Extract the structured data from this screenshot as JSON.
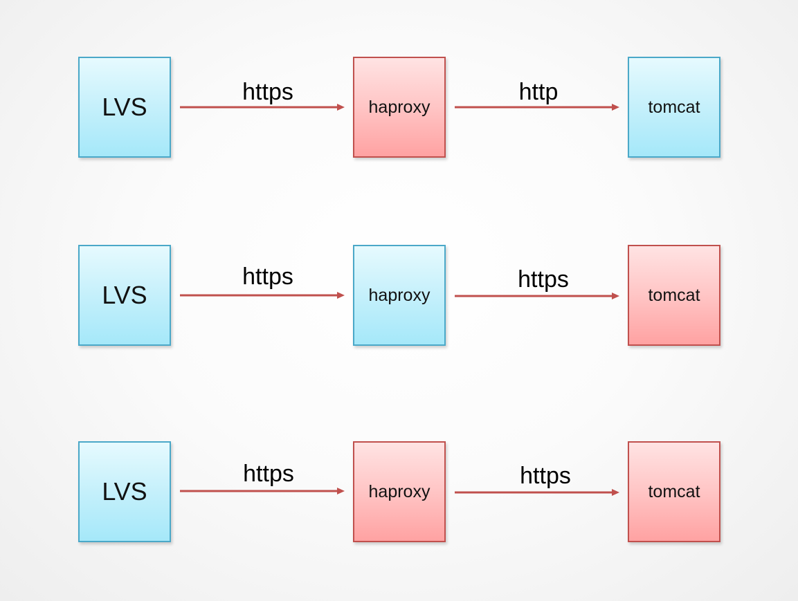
{
  "colors": {
    "blue_fill": "#c5f0fb",
    "blue_border": "#4aa8c8",
    "red_fill": "#ffc5c5",
    "red_border": "#c0504d",
    "arrow": "#c0504d"
  },
  "rows": [
    {
      "nodes": [
        {
          "label": "LVS",
          "color": "blue"
        },
        {
          "label": "haproxy",
          "color": "red"
        },
        {
          "label": "tomcat",
          "color": "blue"
        }
      ],
      "edges": [
        {
          "label": "https"
        },
        {
          "label": "http"
        }
      ]
    },
    {
      "nodes": [
        {
          "label": "LVS",
          "color": "blue"
        },
        {
          "label": "haproxy",
          "color": "blue"
        },
        {
          "label": "tomcat",
          "color": "red"
        }
      ],
      "edges": [
        {
          "label": "https"
        },
        {
          "label": "https"
        }
      ]
    },
    {
      "nodes": [
        {
          "label": "LVS",
          "color": "blue"
        },
        {
          "label": "haproxy",
          "color": "red"
        },
        {
          "label": "tomcat",
          "color": "red"
        }
      ],
      "edges": [
        {
          "label": "https"
        },
        {
          "label": "https"
        }
      ]
    }
  ]
}
